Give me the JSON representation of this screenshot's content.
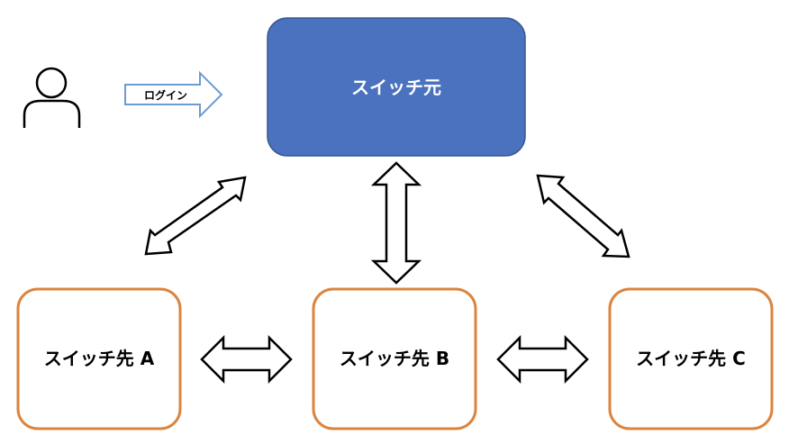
{
  "source_node": {
    "label": "スイッチ元",
    "fill_color": "#4a72bf"
  },
  "target_nodes": [
    {
      "id": "a",
      "label": "スイッチ先 A"
    },
    {
      "id": "b",
      "label": "スイッチ先 B"
    },
    {
      "id": "c",
      "label": "スイッチ先 C"
    }
  ],
  "target_border_color": "#dc843e",
  "login_arrow": {
    "label": "ログイン",
    "stroke_color": "#6f9bd3"
  },
  "user_icon": "person-outline-icon",
  "connector_icon": "double-headed-arrow-icon"
}
